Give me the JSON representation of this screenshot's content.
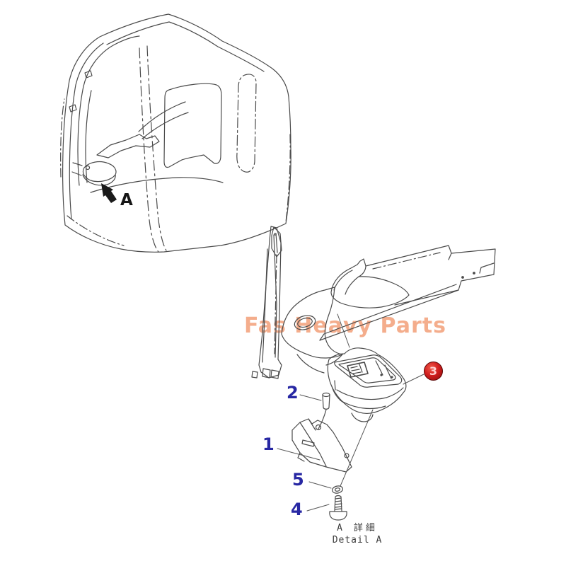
{
  "diagram": {
    "watermark_text": "Fas Heavy Parts",
    "arrow_label": "A",
    "caption_jp": "A 詳細",
    "caption_en": "Detail A",
    "callouts": {
      "part1": "1",
      "part2": "2",
      "part3": "3",
      "part4": "4",
      "part5": "5"
    },
    "colors": {
      "line": "#4a4a4a",
      "callout_number": "#2727a3",
      "highlight_circle": "#c01414",
      "highlight_text": "#ffd2d2",
      "watermark": "#f29f78",
      "arrow": "#1a1a1a"
    }
  }
}
